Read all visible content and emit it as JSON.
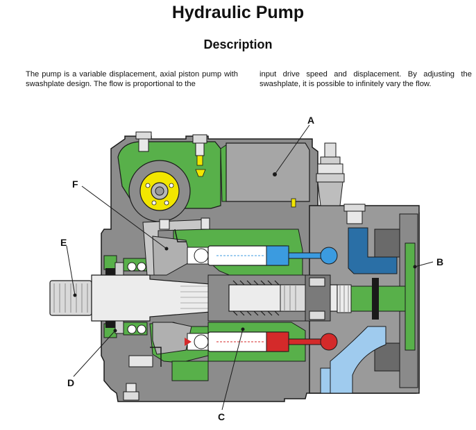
{
  "header": {
    "title": "Hydraulic Pump",
    "subtitle": "Description"
  },
  "description": {
    "left_paragraph": "The pump is a variable displacement, axial piston pump with swashplate design. The flow is proportional to the",
    "right_paragraph": "input drive speed and displacement. By adjusting the swashplate, it is possible to infinitely vary the flow."
  },
  "diagram": {
    "callouts": {
      "a": "A",
      "b": "B",
      "c": "C",
      "d": "D",
      "e": "E",
      "f": "F"
    },
    "colors": {
      "housing": "#8c8c8c",
      "fluid_green": "#58b04a",
      "pressure_red": "#d42a2a",
      "suction_blue": "#3b9be0",
      "control_blue": "#2a6fa6",
      "light_blue": "#9fcbee",
      "gear_yellow": "#f2e600"
    }
  }
}
